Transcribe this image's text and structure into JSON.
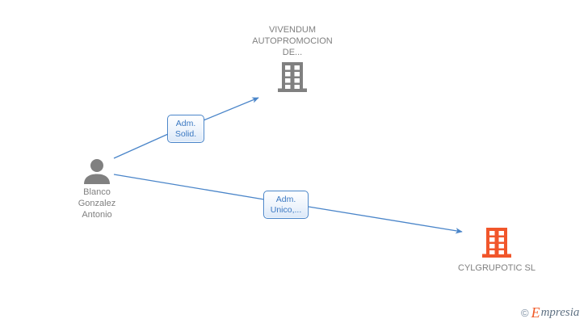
{
  "diagram": {
    "type": "relationship-graph",
    "background_color": "#ffffff",
    "edge_color": "#4a85c9",
    "node_label_color": "#808080",
    "nodes": [
      {
        "id": "person",
        "kind": "person",
        "icon": "person-silhouette-icon",
        "color": "#808080",
        "label": "Blanco\nGonzalez\nAntonio"
      },
      {
        "id": "company-top",
        "kind": "company",
        "icon": "office-building-icon",
        "color": "#808080",
        "label": "VIVENDUM\nAUTOPROMOCION\nDE..."
      },
      {
        "id": "company-bottom",
        "kind": "company",
        "icon": "office-building-icon",
        "color": "#f1562b",
        "label": "CYLGRUPOTIC SL"
      }
    ],
    "edges": [
      {
        "id": "edge-adm-solid",
        "from": "person",
        "to": "company-top",
        "label": "Adm.\nSolid."
      },
      {
        "id": "edge-adm-unico",
        "from": "person",
        "to": "company-bottom",
        "label": "Adm.\nUnico,..."
      }
    ]
  },
  "watermark": {
    "copyright": "©",
    "brand_initial": "E",
    "brand_rest": "mpresia",
    "accent_color": "#f05a28"
  }
}
